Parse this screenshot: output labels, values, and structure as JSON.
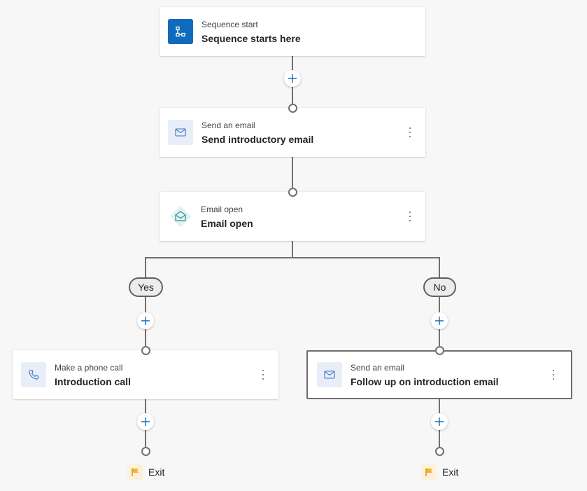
{
  "colors": {
    "accent": "#0f6cbd",
    "connector": "#707070",
    "canvas": "#f7f7f7",
    "exit_flag": "#f2b233"
  },
  "start_card": {
    "type": "Sequence start",
    "title": "Sequence starts here",
    "icon": "sequence-branch-icon"
  },
  "email_card": {
    "type": "Send an email",
    "title": "Send introductory email",
    "icon": "mail-icon"
  },
  "condition_card": {
    "type": "Email open",
    "title": "Email open",
    "icon": "mail-open-icon"
  },
  "branches": {
    "yes": {
      "label": "Yes",
      "card": {
        "type": "Make a phone call",
        "title": "Introduction call",
        "icon": "phone-icon"
      },
      "exit_label": "Exit"
    },
    "no": {
      "label": "No",
      "card": {
        "type": "Send an email",
        "title": "Follow up on introduction email",
        "icon": "mail-icon"
      },
      "exit_label": "Exit"
    }
  }
}
